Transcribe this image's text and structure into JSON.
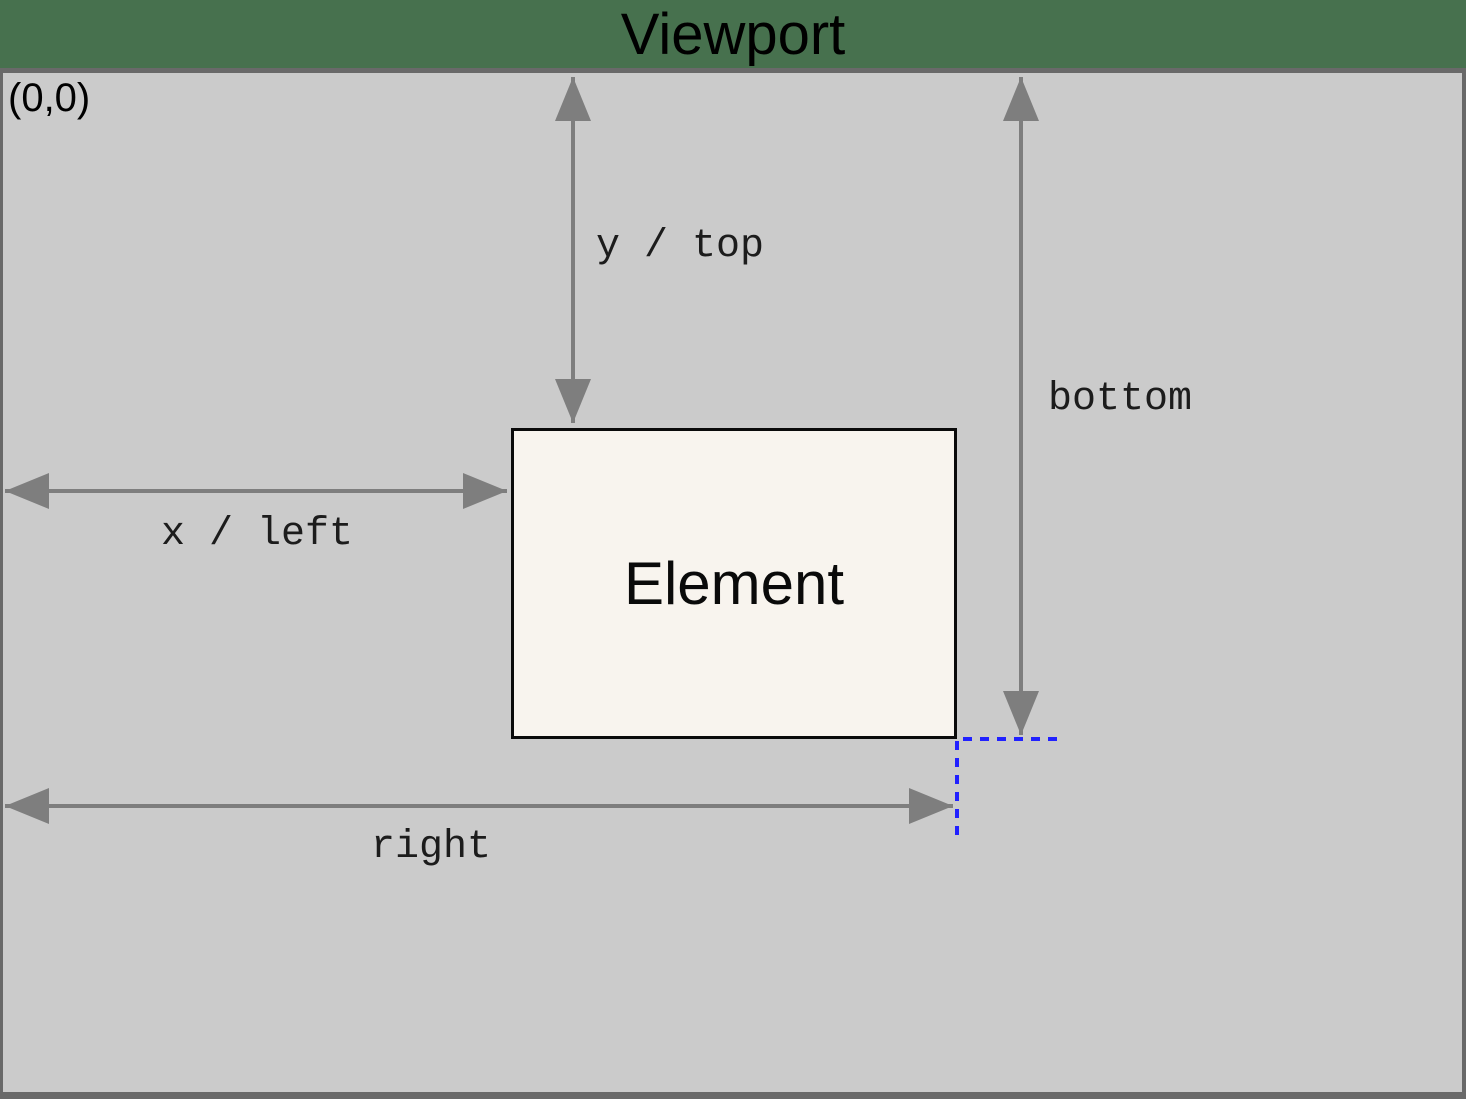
{
  "title": "Viewport",
  "origin_label": "(0,0)",
  "element_label": "Element",
  "annotations": {
    "top": "y / top",
    "left": "x / left",
    "bottom": "bottom",
    "right": "right"
  },
  "colors": {
    "background_green": "#47714e",
    "viewport_fill": "#cbcbcb",
    "viewport_border": "#696969",
    "arrow_gray": "#7e7e7e",
    "element_fill": "#f8f4ee",
    "element_border": "#0a0a0a",
    "guide_blue": "#2121ff",
    "label_text": "#1c1c1c",
    "title_text": "#000000"
  }
}
